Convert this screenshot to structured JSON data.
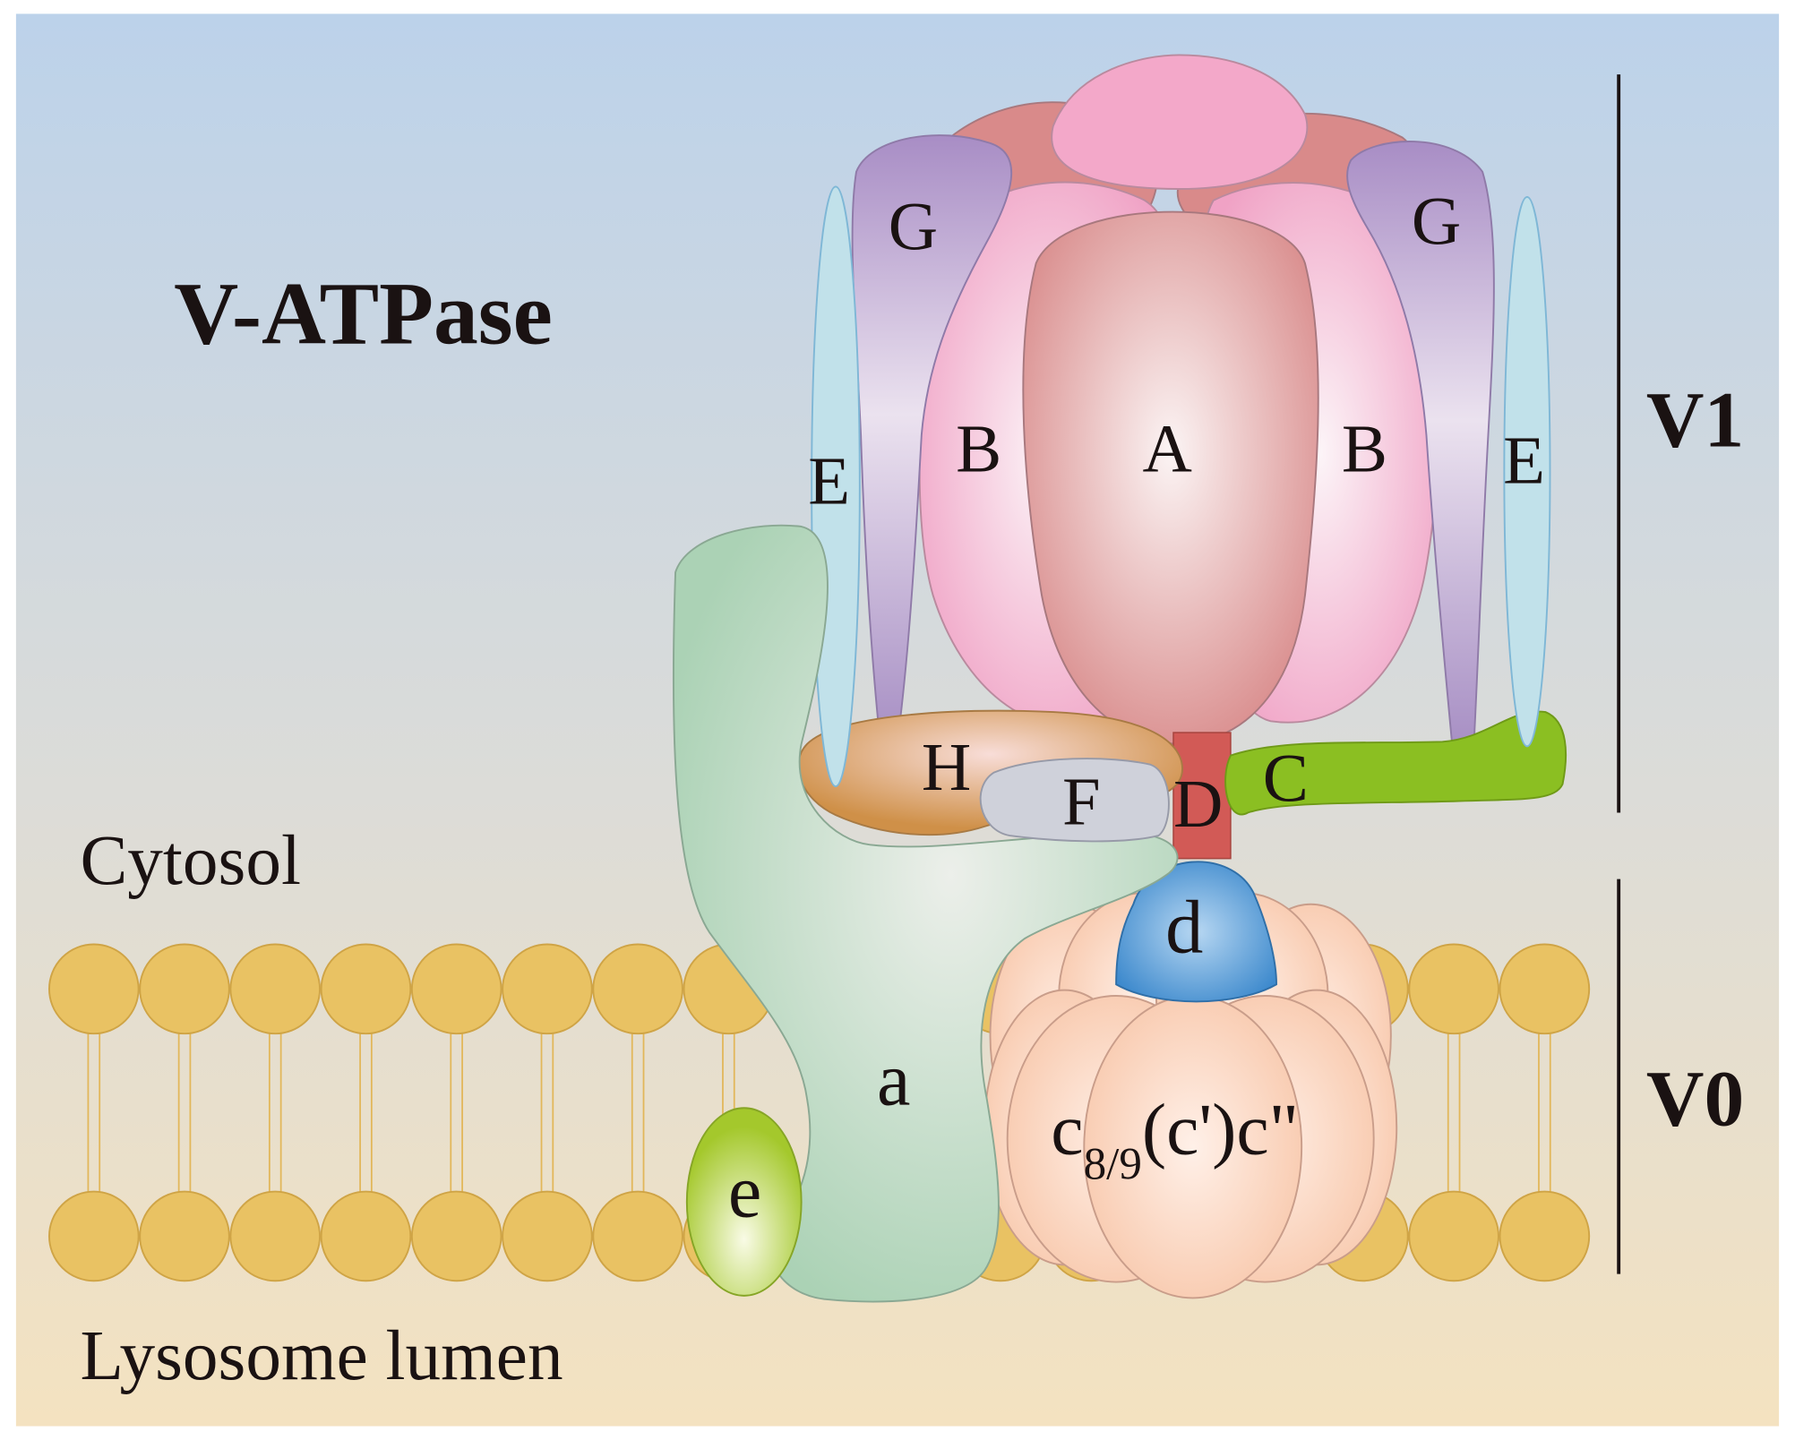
{
  "title": "V-ATPase",
  "regions": {
    "cytosol": "Cytosol",
    "lumen": "Lysosome lumen"
  },
  "domains": {
    "v1": "V1",
    "v0": "V0"
  },
  "subunits": {
    "A": "A",
    "B_left": "B",
    "B_right": "B",
    "G_left": "G",
    "G_right": "G",
    "E_left": "E",
    "E_right": "E",
    "H": "H",
    "F": "F",
    "D": "D",
    "C": "C",
    "d": "d",
    "a": "a",
    "e": "e"
  },
  "c_ring": {
    "base": "c",
    "subscript": "8/9",
    "suffix": "(c')c\""
  },
  "colors": {
    "bg_top": "#bdd3ea",
    "bg_bottom": "#f3e3c4",
    "lipid_head": "#e8c164",
    "subunit_A": "#db8f8f",
    "subunit_B": "#f2a6c8",
    "subunit_G": "#a98fc6",
    "subunit_E": "#bfe0ea",
    "subunit_H": "#d39550",
    "subunit_F": "#cfd1da",
    "subunit_D": "#d25a56",
    "subunit_C": "#8bbf22",
    "subunit_d": "#4a93d2",
    "subunit_a": "#b1d4b9",
    "subunit_e": "#a9cc33",
    "c_ring": "#f8c8ab"
  }
}
